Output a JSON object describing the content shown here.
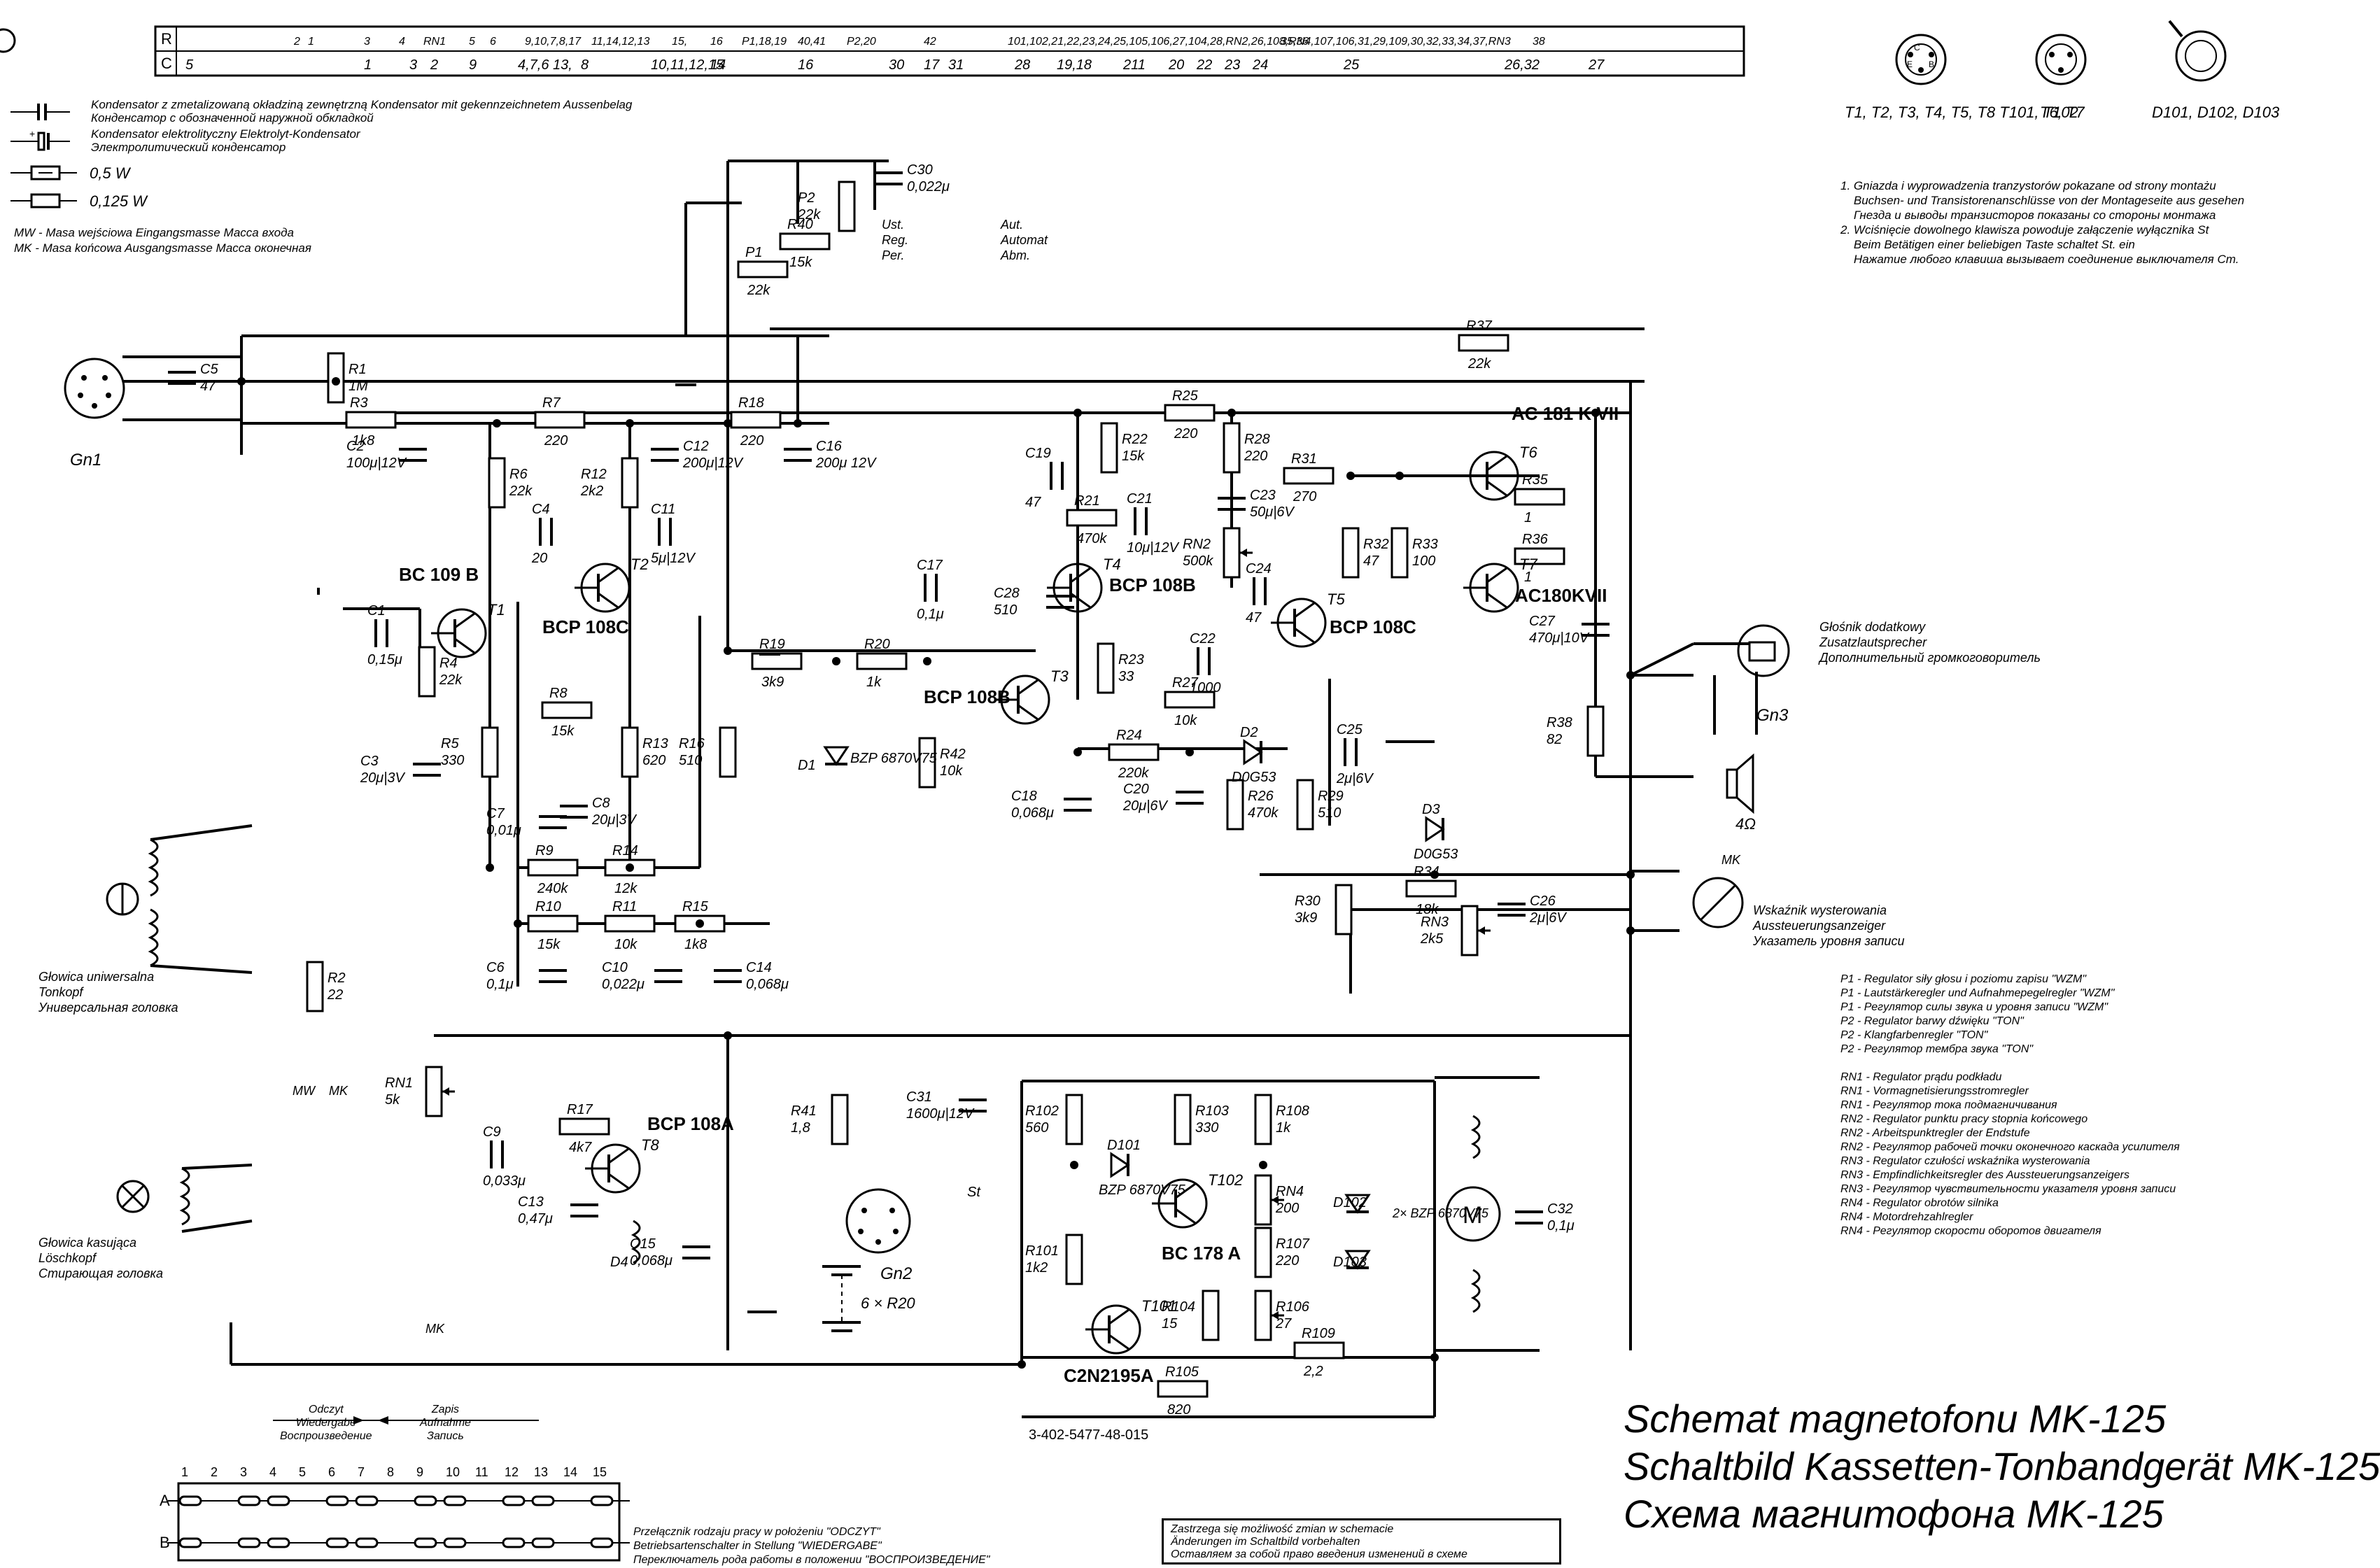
{
  "header_table": {
    "row_r": {
      "label": "R",
      "cells": [
        "2",
        "1",
        "3",
        "4",
        "RN1",
        "5",
        "6",
        "9,10,7,8,17",
        "11,14,12,13",
        "15,",
        "16",
        "P1,18,19",
        "40,41",
        "P2,20",
        "42",
        "101,102,21,22,23,24,25,105,106,27,104,28,RN2,26,108,RN4,107,106,31,29,109,30,32,33,34,37,RN3",
        "35,36",
        "38"
      ]
    },
    "row_c": {
      "label": "C",
      "cells": [
        "5",
        "1",
        "3",
        "2",
        "9",
        "4,7,6",
        "13,",
        "8",
        "10,11,12,15",
        "14",
        "16",
        "30",
        "17",
        "31",
        "28",
        "19,18",
        "211",
        "20",
        "22",
        "23",
        "24",
        "25",
        "26,32",
        "27"
      ]
    }
  },
  "legend": {
    "cap_foil": [
      "Kondensator z zmetalizowaną okładziną zewnętrzną    Kondensator mit gekennzeichnetem Aussenbelag",
      "Конденсатор с обозначенной наружной обкладкой"
    ],
    "cap_elec": [
      "Kondensator elektrolityczny    Elektrolyt-Kondensator",
      "Электролитический конденсатор"
    ],
    "r_05": "0,5 W",
    "r_0125": "0,125 W",
    "mw": "MW  -  Masa wejściowa    Eingangsmasse    Масса входа",
    "mk": "MK  -  Masa końcowa    Ausgangsmasse    Масса оконечная"
  },
  "pinouts": [
    {
      "label": "T1, T2, T3, T4, T5, T8\nT101, T102"
    },
    {
      "label": "T6, T7"
    },
    {
      "label": "D101, D102, D103"
    }
  ],
  "notes_top": "1. Gniazda i wyprowadzenia tranzystorów pokazane od strony montażu\n    Buchsen- und Transistorenanschlüsse von der Montageseite aus gesehen\n    Гнезда и выводы транзисторов показаны со стороны монтажа\n2. Wciśnięcie dowolnego klawisza powoduje załączenie wyłącznika St\n    Beim Betätigen einer beliebigen Taste schaltet St. ein\n    Нажатие любого клавиша вызывает соединение выключателя Ст.",
  "notes_right": "P1 - Regulator siły głosu i poziomu zapisu \"WZM\"\nP1 - Lautstärkeregler und Aufnahmepegelregler \"WZM\"\nP1 - Регулятор силы звука и уровня записи \"WZM\"\nP2 - Regulator barwy dźwięku \"TON\"\nP2 - Klangfarbenregler \"TON\"\nP2 - Регулятор тембра звука \"TON\"\n\nRN1 - Regulator prądu podkładu\nRN1 - Vormagnetisierungsstromregler\nRN1 - Регулятор тока подмагничивания\nRN2 - Regulator punktu pracy stopnia końcowego\nRN2 - Arbeitspunktregler der Endstufe\nRN2 - Регулятор рабочей точки оконечного каскада усилителя\nRN3 - Regulator czułości wskaźnika wysterowania\nRN3 - Empfindlichkeitsregler des Aussteuerungsanzeigers\nRN3 - Регулятор чувствительности указателя уровня записи\nRN4 - Regulator obrotów silnika\nRN4 - Motordrehzahlregler\nRN4 - Регулятор скорости оборотов двигателя",
  "switch_mode": {
    "left": "Odczyt\nWiedergabe\nВоспроизведение",
    "right": "Zapis\nAufnahme\nЗапись"
  },
  "switch_numbers": [
    "1",
    "2",
    "3",
    "4",
    "5",
    "6",
    "7",
    "8",
    "9",
    "10",
    "11",
    "12",
    "13",
    "14",
    "15"
  ],
  "switch_rows": [
    "A",
    "B"
  ],
  "switch_note": "Przełącznik rodzaju pracy w położeniu \"ODCZYT\"\nBetriebsartenschalter in Stellung \"WIEDERGABE\"\nПереключатель рода работы в положении \"ВОСПРОИЗВЕДЕНИЕ\"",
  "disclaimer": "Zastrzega się możliwość zmian w schemacie\nÄnderungen im Schaltbild vorbehalten\nОставляем за собой право введения изменений в схеме",
  "doc_number": "3-402-5477-48-015",
  "titles": [
    "Schemat magnetofonu MK-125",
    "Schaltbild Kassetten-Tonbandgerät MK-125",
    "Схема магнитофона MK-125"
  ],
  "labels": {
    "gn1": "Gn1",
    "gn2": "Gn2",
    "gn3": "Gn3",
    "head_univ": "Głowica uniwersalna\nTonkopf\nУниверсальная головка",
    "head_erase": "Głowica kasująca\nLöschkopf\nСтирающая головка",
    "speaker": "Głośnik dodatkowy\nZusatzlautsprecher\nДополнительный громкоговоритель",
    "meter": "Wskaźnik wysterowania\nAussteuerungsanzeiger\nУказатель уровня записи",
    "ust": "Ust.\nReg.\nPer.",
    "aut": "Aut.\nAutomat\nAbm.",
    "ohm4": "4Ω",
    "battery": "6 × R20",
    "st": "St",
    "mw": "MW",
    "mk": "MK",
    "motor": "M"
  },
  "components": {
    "T1": "T1",
    "T2": "T2",
    "T3": "T3",
    "T4": "T4",
    "T5": "T5",
    "T6": "T6",
    "T7": "T7",
    "T8": "T8",
    "T1_type": "BC 109 B",
    "T2_type": "BCP 108C",
    "T3_type": "BCP 108B",
    "T4_type": "BCP 108B",
    "T5_type": "BCP 108C",
    "T6_type": "AC 181 K VII",
    "T7_type": "AC180KVII",
    "T8_type": "BCP 108A",
    "T101": "T101",
    "T101_type": "C2N2195A",
    "T102": "T102",
    "T102_type": "BC 178 A",
    "R1": "R1",
    "R1v": "1M",
    "R2": "R2",
    "R2v": "22",
    "R3": "R3",
    "R3v": "1k8",
    "R4": "R4",
    "R4v": "22k",
    "R5": "R5",
    "R5v": "330",
    "R6": "R6",
    "R6v": "22k",
    "R7": "R7",
    "R7v": "220",
    "R8": "R8",
    "R8v": "15k",
    "R9": "R9",
    "R9v": "240k",
    "R10": "R10",
    "R10v": "15k",
    "R11": "R11",
    "R11v": "10k",
    "R12": "R12",
    "R12v": "2k2",
    "R13": "R13",
    "R13v": "620",
    "R14": "R14",
    "R14v": "12k",
    "R15": "R15",
    "R15v": "1k8",
    "R16": "R16",
    "R16v": "510",
    "R17": "R17",
    "R17v": "4k7",
    "R18": "R18",
    "R18v": "220",
    "R19": "R19",
    "R19v": "3k9",
    "R20": "R20",
    "R20v": "1k",
    "R21": "R21",
    "R21v": "470k",
    "R22": "R22",
    "R22v": "15k",
    "R23": "R23",
    "R23v": "33",
    "R24": "R24",
    "R24v": "220k",
    "R25": "R25",
    "R25v": "220",
    "R26": "R26",
    "R26v": "470k",
    "R27": "R27",
    "R27v": "10k",
    "R28": "R28",
    "R28v": "220",
    "R29": "R29",
    "R29v": "510",
    "R30": "R30",
    "R30v": "3k9",
    "R31": "R31",
    "R31v": "270",
    "R32": "R32",
    "R32v": "47",
    "R33": "R33",
    "R33v": "100",
    "R34": "R34",
    "R34v": "18k",
    "R35": "R35",
    "R35v": "1",
    "R36": "R36",
    "R36v": "1",
    "R37": "R37",
    "R37v": "22k",
    "R38": "R38",
    "R38v": "82",
    "R40": "R40",
    "R40v": "15k",
    "R41": "R41",
    "R41v": "1,8",
    "R42": "R42",
    "R42v": "10k",
    "R101": "R101",
    "R101v": "1k2",
    "R102": "R102",
    "R102v": "560",
    "R103": "R103",
    "R103v": "330",
    "R104": "R104",
    "R104v": "15",
    "R105": "R105",
    "R105v": "820",
    "R106": "R106",
    "R106v": "27",
    "R107": "R107",
    "R107v": "220",
    "R108": "R108",
    "R108v": "1k",
    "R109": "R109",
    "R109v": "2,2",
    "RN1": "RN1",
    "RN1v": "5k",
    "RN2": "RN2",
    "RN2v": "500k",
    "RN3": "RN3",
    "RN3v": "2k5",
    "RN4": "RN4",
    "RN4v": "200",
    "P1": "P1",
    "P1v": "22k",
    "P2": "P2",
    "P2v": "22k",
    "C1": "C1",
    "C1v": "0,15μ",
    "C2": "C2",
    "C2v": "100μ|12V",
    "C3": "C3",
    "C3v": "20μ|3V",
    "C4": "C4",
    "C4v": "20",
    "C5": "C5",
    "C5v": "47",
    "C6": "C6",
    "C6v": "0,1μ",
    "C7": "C7",
    "C7v": "0,01μ",
    "C8": "C8",
    "C8v": "20μ|3V",
    "C9": "C9",
    "C9v": "0,033μ",
    "C10": "C10",
    "C10v": "0,022μ",
    "C11": "C11",
    "C11v": "5μ|12V",
    "C12": "C12",
    "C12v": "200μ|12V",
    "C13": "C13",
    "C13v": "0,47μ",
    "C14": "C14",
    "C14v": "0,068μ",
    "C15": "C15",
    "C15v": "0,068μ",
    "C16": "C16",
    "C16v": "200μ 12V",
    "C17": "C17",
    "C17v": "0,1μ",
    "C18": "C18",
    "C18v": "0,068μ",
    "C19": "C19",
    "C19v": "47",
    "C20": "C20",
    "C20v": "20μ|6V",
    "C21": "C21",
    "C21v": "10μ|12V",
    "C22": "C22",
    "C22v": "1000",
    "C23": "C23",
    "C23v": "50μ|6V",
    "C24": "C24",
    "C24v": "47",
    "C25": "C25",
    "C25v": "2μ|6V",
    "C26": "C26",
    "C26v": "2μ|6V",
    "C27": "C27",
    "C27v": "470μ|10V",
    "C28": "C28",
    "C28v": "510",
    "C30": "C30",
    "C30v": "0,022μ",
    "C31": "C31",
    "C31v": "1600μ|12V",
    "C32": "C32",
    "C32v": "0,1μ",
    "D1": "D1",
    "D1v": "BZP 6870V75",
    "D2": "D2",
    "D2v": "D0G53",
    "D3": "D3",
    "D3v": "D0G53",
    "D4": "D4",
    "D101": "D101",
    "D101v": "BZP 6870V75",
    "D102": "D102",
    "D103": "D103",
    "D102_103v": "2× BZP 6870V75"
  }
}
